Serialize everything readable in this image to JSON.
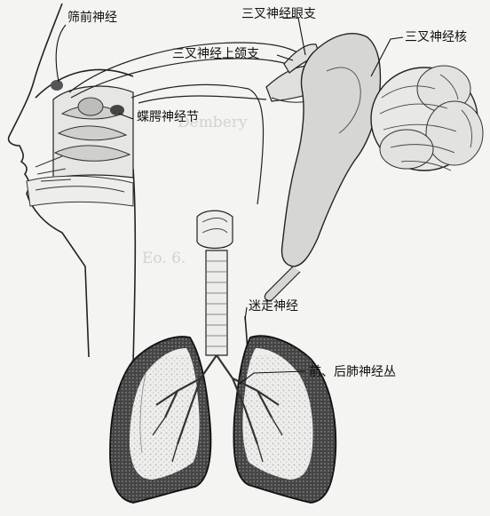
{
  "labels": {
    "ethmoid_nerve": "筛前神经",
    "trigeminal_ophthalmic": "三叉神经眼支",
    "trigeminal_nucleus": "三叉神经核",
    "trigeminal_maxillary": "三叉神经上颌支",
    "pterygopalatine_ganglion": "蝶腭神经节",
    "vagus_nerve": "迷走神经",
    "pulmonary_plexus": "前、后肺神经丛"
  },
  "background_text": [
    "Dembery",
    "Eo. 6."
  ],
  "colors": {
    "line": "#222222",
    "fill_light": "#ededeb",
    "fill_mid": "#bdbdbb",
    "fill_dark": "#6a6a6a",
    "lung_dark": "#3a3a3a"
  }
}
